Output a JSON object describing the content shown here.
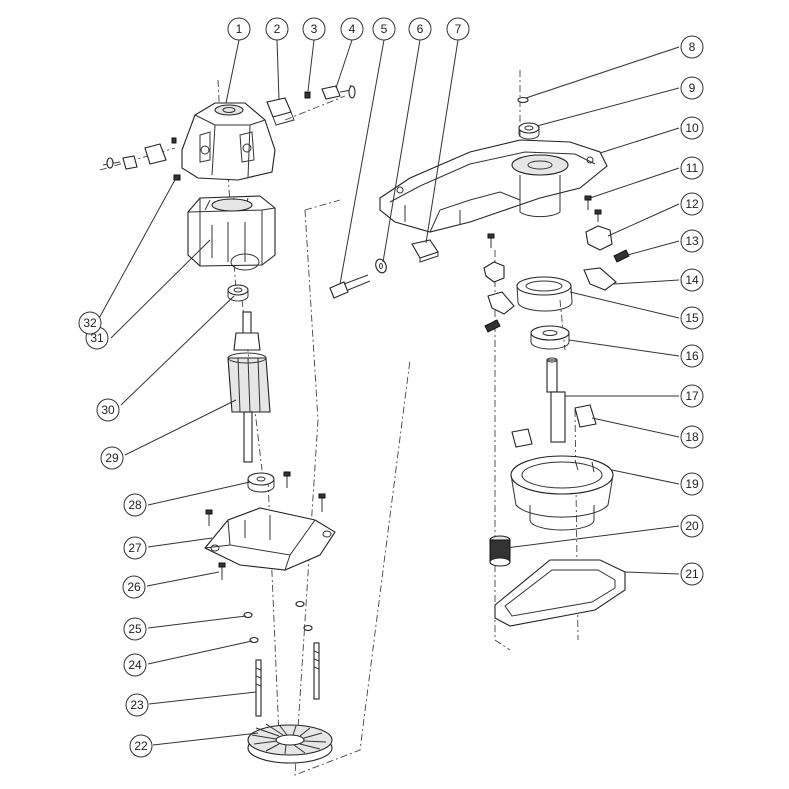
{
  "callouts": [
    {
      "n": "1"
    },
    {
      "n": "2"
    },
    {
      "n": "3"
    },
    {
      "n": "4"
    },
    {
      "n": "5"
    },
    {
      "n": "6"
    },
    {
      "n": "7"
    },
    {
      "n": "8"
    },
    {
      "n": "9"
    },
    {
      "n": "10"
    },
    {
      "n": "11"
    },
    {
      "n": "12"
    },
    {
      "n": "13"
    },
    {
      "n": "14"
    },
    {
      "n": "15"
    },
    {
      "n": "16"
    },
    {
      "n": "17"
    },
    {
      "n": "18"
    },
    {
      "n": "19"
    },
    {
      "n": "20"
    },
    {
      "n": "21"
    },
    {
      "n": "22"
    },
    {
      "n": "23"
    },
    {
      "n": "24"
    },
    {
      "n": "25"
    },
    {
      "n": "26"
    },
    {
      "n": "27"
    },
    {
      "n": "28"
    },
    {
      "n": "29"
    },
    {
      "n": "30"
    },
    {
      "n": "31"
    },
    {
      "n": "32"
    }
  ],
  "colors": {
    "line": "#333333",
    "fill": "#ffffff",
    "shade": "#e6e6e6"
  }
}
